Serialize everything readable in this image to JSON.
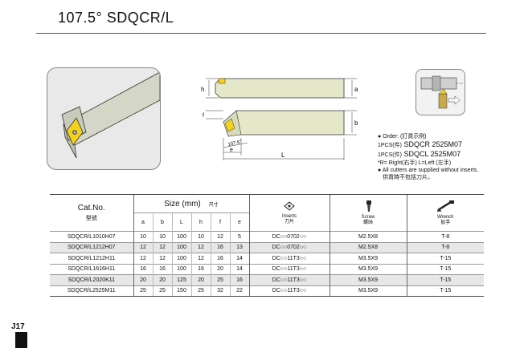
{
  "title": "107.5°  SDQCR/L",
  "drawing": {
    "dim_h": "h",
    "dim_a": "a",
    "dim_b": "b",
    "dim_f": "f",
    "dim_e": "e",
    "dim_L": "L",
    "angle": "107.5°"
  },
  "notes": {
    "order_label": "● Order: (訂貨示例)",
    "line1_prefix": "1PCS(件)",
    "line1_code": "SDQCR  2525M07",
    "line2_prefix": "1PCS(件)",
    "line2_code": "SDQCL  2525M07",
    "rl": "*R= Right(右手)  L=Left (左手)",
    "inserts_note": "● All cutters are supplied without inserts.",
    "inserts_note_cn": "供貨時不包括刀片。"
  },
  "table": {
    "cat_no": "Cat.No.",
    "cat_no_cn": "型號",
    "size_label": "Size (mm)",
    "size_label_cn": "尺寸",
    "columns": [
      "a",
      "b",
      "L",
      "h",
      "f",
      "e"
    ],
    "inserts": "Inserts",
    "inserts_cn": "刀片",
    "screw": "Screw",
    "screw_cn": "螺絲",
    "wrench": "Wrench",
    "wrench_cn": "扳手",
    "rows": [
      {
        "cat": "SDQCR/L1010H07",
        "a": "10",
        "b": "10",
        "L": "100",
        "h": "10",
        "f": "12",
        "e": "5",
        "insert": "DC○○0702○○",
        "screw": "M2.5X8",
        "wrench": "T-8"
      },
      {
        "cat": "SDQCR/L1212H07",
        "a": "12",
        "b": "12",
        "L": "100",
        "h": "12",
        "f": "16",
        "e": "13",
        "insert": "DC○○0702○○",
        "screw": "M2.5X8",
        "wrench": "T-8"
      },
      {
        "cat": "SDQCR/L1212H11",
        "a": "12",
        "b": "12",
        "L": "100",
        "h": "12",
        "f": "16",
        "e": "14",
        "insert": "DC○○11T3○○",
        "screw": "M3.5X9",
        "wrench": "T-15"
      },
      {
        "cat": "SDQCR/L1616H11",
        "a": "16",
        "b": "16",
        "L": "100",
        "h": "16",
        "f": "20",
        "e": "14",
        "insert": "DC○○11T3○○",
        "screw": "M3.5X9",
        "wrench": "T-15"
      },
      {
        "cat": "SDQCR/L2020K11",
        "a": "20",
        "b": "20",
        "L": "125",
        "h": "20",
        "f": "25",
        "e": "16",
        "insert": "DC○○11T3○○",
        "screw": "M3.5X9",
        "wrench": "T-15"
      },
      {
        "cat": "SDQCR/L2525M11",
        "a": "25",
        "b": "25",
        "L": "150",
        "h": "25",
        "f": "32",
        "e": "22",
        "insert": "DC○○11T3○○",
        "screw": "M3.5X9",
        "wrench": "T-15"
      }
    ]
  },
  "page_number": "J17",
  "colors": {
    "holder": "#e5e8c8",
    "insert": "#f3d21a",
    "shade": "#e7e7e7"
  }
}
